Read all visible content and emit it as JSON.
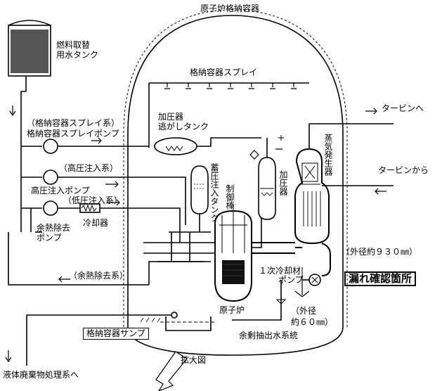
{
  "labels": {
    "containment_vessel": "原子炉格納容器",
    "fuel_water_tank_1": "燃料取替",
    "fuel_water_tank_2": "用水タンク",
    "containment_spray": "格納容器スプレイ",
    "to_turbine": "タービンへ",
    "from_turbine": "タービンから",
    "pressurizer_relief_tank_1": "加圧器",
    "pressurizer_relief_tank_2": "逃がしタンク",
    "spray_system": "（格納容器スプレイ系）",
    "spray_pump": "格納容器スプレイポンプ",
    "hp_injection_system": "（高圧注入系）",
    "hp_injection_pump": "高圧注入ポンプ",
    "lp_injection_system": "（低圧注入系）",
    "cooler": "冷却器",
    "rhr_pump_1": "余熱除去",
    "rhr_pump_2": "ポンプ",
    "accumulator": "蓄圧注入タンク",
    "control_rod": "制御棒",
    "pressurizer": "加圧器",
    "steam_generator": "蒸気発生器",
    "outer_dia_930": "（外径約９３０㎜）",
    "coolant_pump_1": "１次冷却材",
    "coolant_pump_2": "ポンプ",
    "leak_location": "漏れ確認箇所",
    "rhr_system": "（余熱除去系）",
    "reactor": "原子炉",
    "outer_dia_60_1": "（外径",
    "outer_dia_60_2": "約６０㎜）",
    "containment_sump": "格納容器サンプ",
    "letdown_system": "余剰抽出水系統",
    "enlarged_view": "拡大図",
    "to_liquid_waste": "液体廃棄物処理系へ"
  }
}
